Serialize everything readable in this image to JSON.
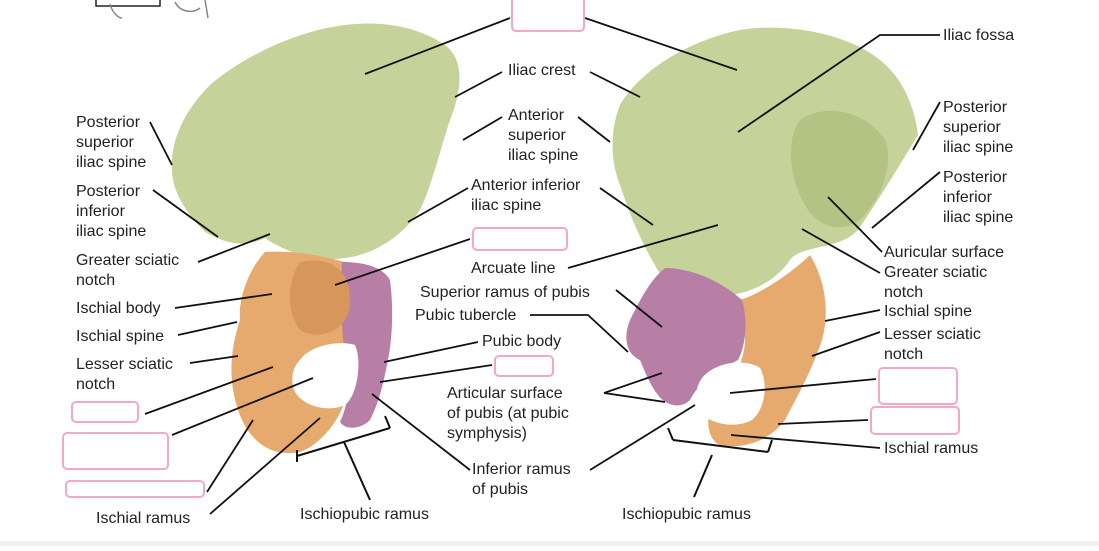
{
  "diagram": {
    "labels": {
      "iliac_fossa": "Iliac fossa",
      "iliac_crest": "Iliac crest",
      "asis": "Anterior\nsuperior\niliac spine",
      "aiis": "Anterior inferior\niliac spine",
      "psis_left": "Posterior\nsuperior\niliac spine",
      "piis_left": "Posterior\ninferior\niliac spine",
      "greater_sciatic_left": "Greater sciatic\nnotch",
      "ischial_body": "Ischial body",
      "ischial_spine_left": "Ischial spine",
      "lesser_sciatic_left": "Lesser sciatic\nnotch",
      "ischial_ramus_left": "Ischial ramus",
      "ischiopubic_left": "Ischiopubic ramus",
      "arcuate_line": "Arcuate line",
      "superior_ramus": "Superior ramus of pubis",
      "pubic_tubercle": "Pubic tubercle",
      "pubic_body": "Pubic body",
      "articular_surface": "Articular surface\nof pubis (at pubic\nsymphysis)",
      "inferior_ramus": "Inferior ramus\nof pubis",
      "ischiopubic_right": "Ischiopubic ramus",
      "psis_right": "Posterior\nsuperior\niliac spine",
      "piis_right": "Posterior\ninferior\niliac spine",
      "auricular_surface": "Auricular surface",
      "greater_sciatic_right": "Greater sciatic\nnotch",
      "ischial_spine_right": "Ischial spine",
      "lesser_sciatic_right": "Lesser sciatic\nnotch",
      "ischial_ramus_right": "Ischial ramus"
    },
    "colors": {
      "ilium": "#c5d39a",
      "ilium_shade": "#b3c384",
      "ischium": "#e6aa6e",
      "ischium_shade": "#d8975a",
      "pubis": "#b77fa6",
      "pubis_shade": "#a56c95",
      "leader": "#111111",
      "blank_box": "#f4a7c9"
    }
  }
}
